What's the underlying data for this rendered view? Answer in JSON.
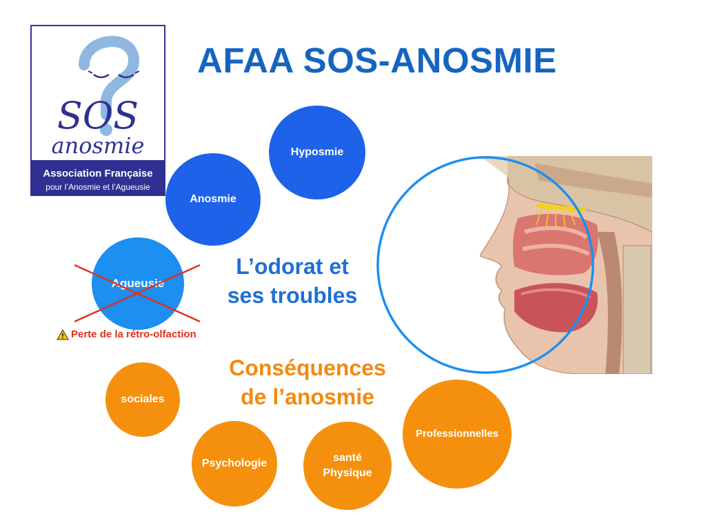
{
  "title": "AFAA SOS-ANOSMIE",
  "logo": {
    "wordmark_top": "SOS",
    "wordmark_bottom": "anosmie",
    "caption_line1": "Association Française",
    "caption_line2": "pour l’Anosmie et l’Agueusie",
    "colors": {
      "brand": "#2e3192",
      "accent": "#8fb8e0"
    }
  },
  "troubles": {
    "heading": "L’odorat et\nses troubles",
    "items": [
      {
        "label": "Hyposmie"
      },
      {
        "label": "Anosmie"
      },
      {
        "label": "Agueusie",
        "crossed_out": true
      }
    ],
    "warning": "Perte de la rétro-olfaction",
    "warning_icon": "warning-icon"
  },
  "consequences": {
    "heading": "Conséquences\nde l’anosmie",
    "items": [
      {
        "label": "sociales"
      },
      {
        "label": "Psychologie"
      },
      {
        "label": "santé\nPhysique"
      },
      {
        "label": "Professionnelles"
      }
    ]
  },
  "colors": {
    "title": "#1565c0",
    "blue_dark": "#1d62e8",
    "blue_light": "#1c8ff0",
    "orange": "#f5900f",
    "cross": "#e0301e"
  }
}
